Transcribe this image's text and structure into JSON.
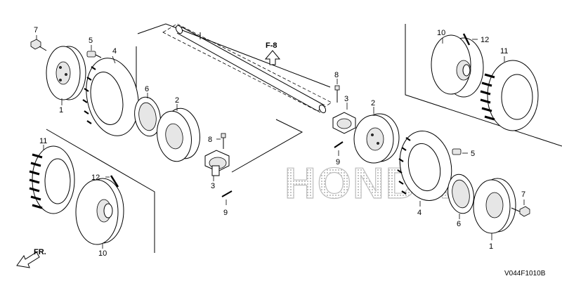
{
  "diagram": {
    "reference": "F-8",
    "direction": "FR.",
    "drawing_code": "V044F1010B",
    "watermark": "HONDA",
    "callouts": {
      "c1a": "1",
      "c1b": "1",
      "c2a": "2",
      "c2b": "2",
      "c3a": "3",
      "c3b": "3",
      "c4a": "4",
      "c4b": "4",
      "c5a": "5",
      "c5b": "5",
      "c6a": "6",
      "c6b": "6",
      "c7a": "7",
      "c7b": "7",
      "c8a": "8",
      "c8b": "8",
      "c9a": "9",
      "c9b": "9",
      "c10a": "10",
      "c10b": "10",
      "c11a": "11",
      "c11b": "11",
      "c12a": "12",
      "c12b": "12"
    }
  }
}
